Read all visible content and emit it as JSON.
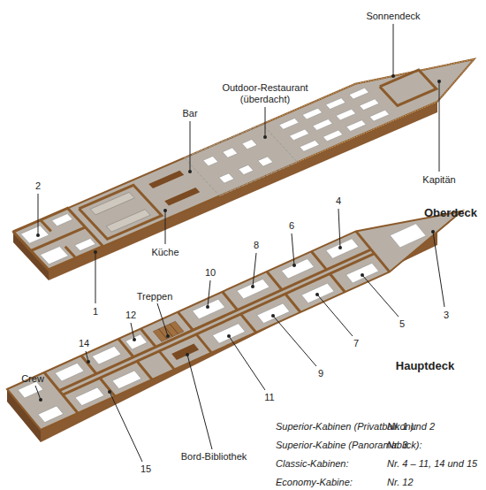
{
  "diagram": {
    "labels": [
      "Sonnendeck",
      "Outdoor-Restaurant (überdacht)",
      "Bar",
      "Kapitän",
      "Oberdeck",
      "2",
      "Küche",
      "1",
      "4",
      "6",
      "8",
      "10",
      "3",
      "5",
      "7",
      "9",
      "11",
      "12",
      "14",
      "Treppen",
      "Hauptdeck",
      "Crew",
      "Bord-Bibliothek",
      "15",
      "Superior-Kabinen (Privatbalkon):",
      "Nr. 1 und 2",
      "Superior-Kabine (Panoramablick):",
      "Nr. 3",
      "Classic-Kabinen:",
      "Nr. 4 – 11, 14 und 15",
      "Economy-Kabine:",
      "Nr. 12"
    ]
  }
}
